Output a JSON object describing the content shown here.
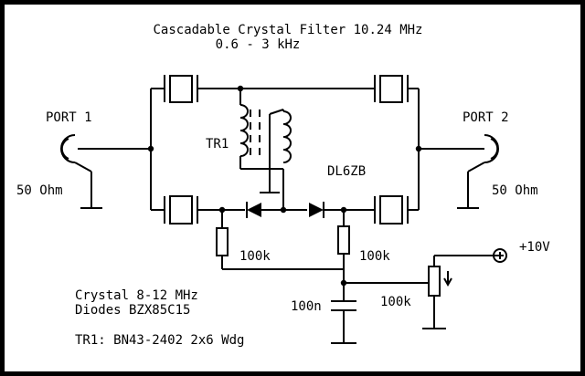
{
  "title_line1": "Cascadable Crystal Filter 10.24 MHz",
  "title_line2": "0.6 - 3 kHz",
  "port1": {
    "label": "PORT 1",
    "impedance": "50 Ohm"
  },
  "port2": {
    "label": "PORT 2",
    "impedance": "50 Ohm"
  },
  "transformer_label": "TR1",
  "author": "DL6ZB",
  "resistor_left": "100k",
  "resistor_right": "100k",
  "capacitor": "100n",
  "potentiometer": "100k",
  "supply": "+10V",
  "notes": {
    "crystal": "Crystal 8-12 MHz",
    "diodes": "Diodes BZX85C15",
    "tr1": "TR1: BN43-2402 2x6 Wdg"
  },
  "colors": {
    "ink": "#000000",
    "background": "#ffffff"
  }
}
